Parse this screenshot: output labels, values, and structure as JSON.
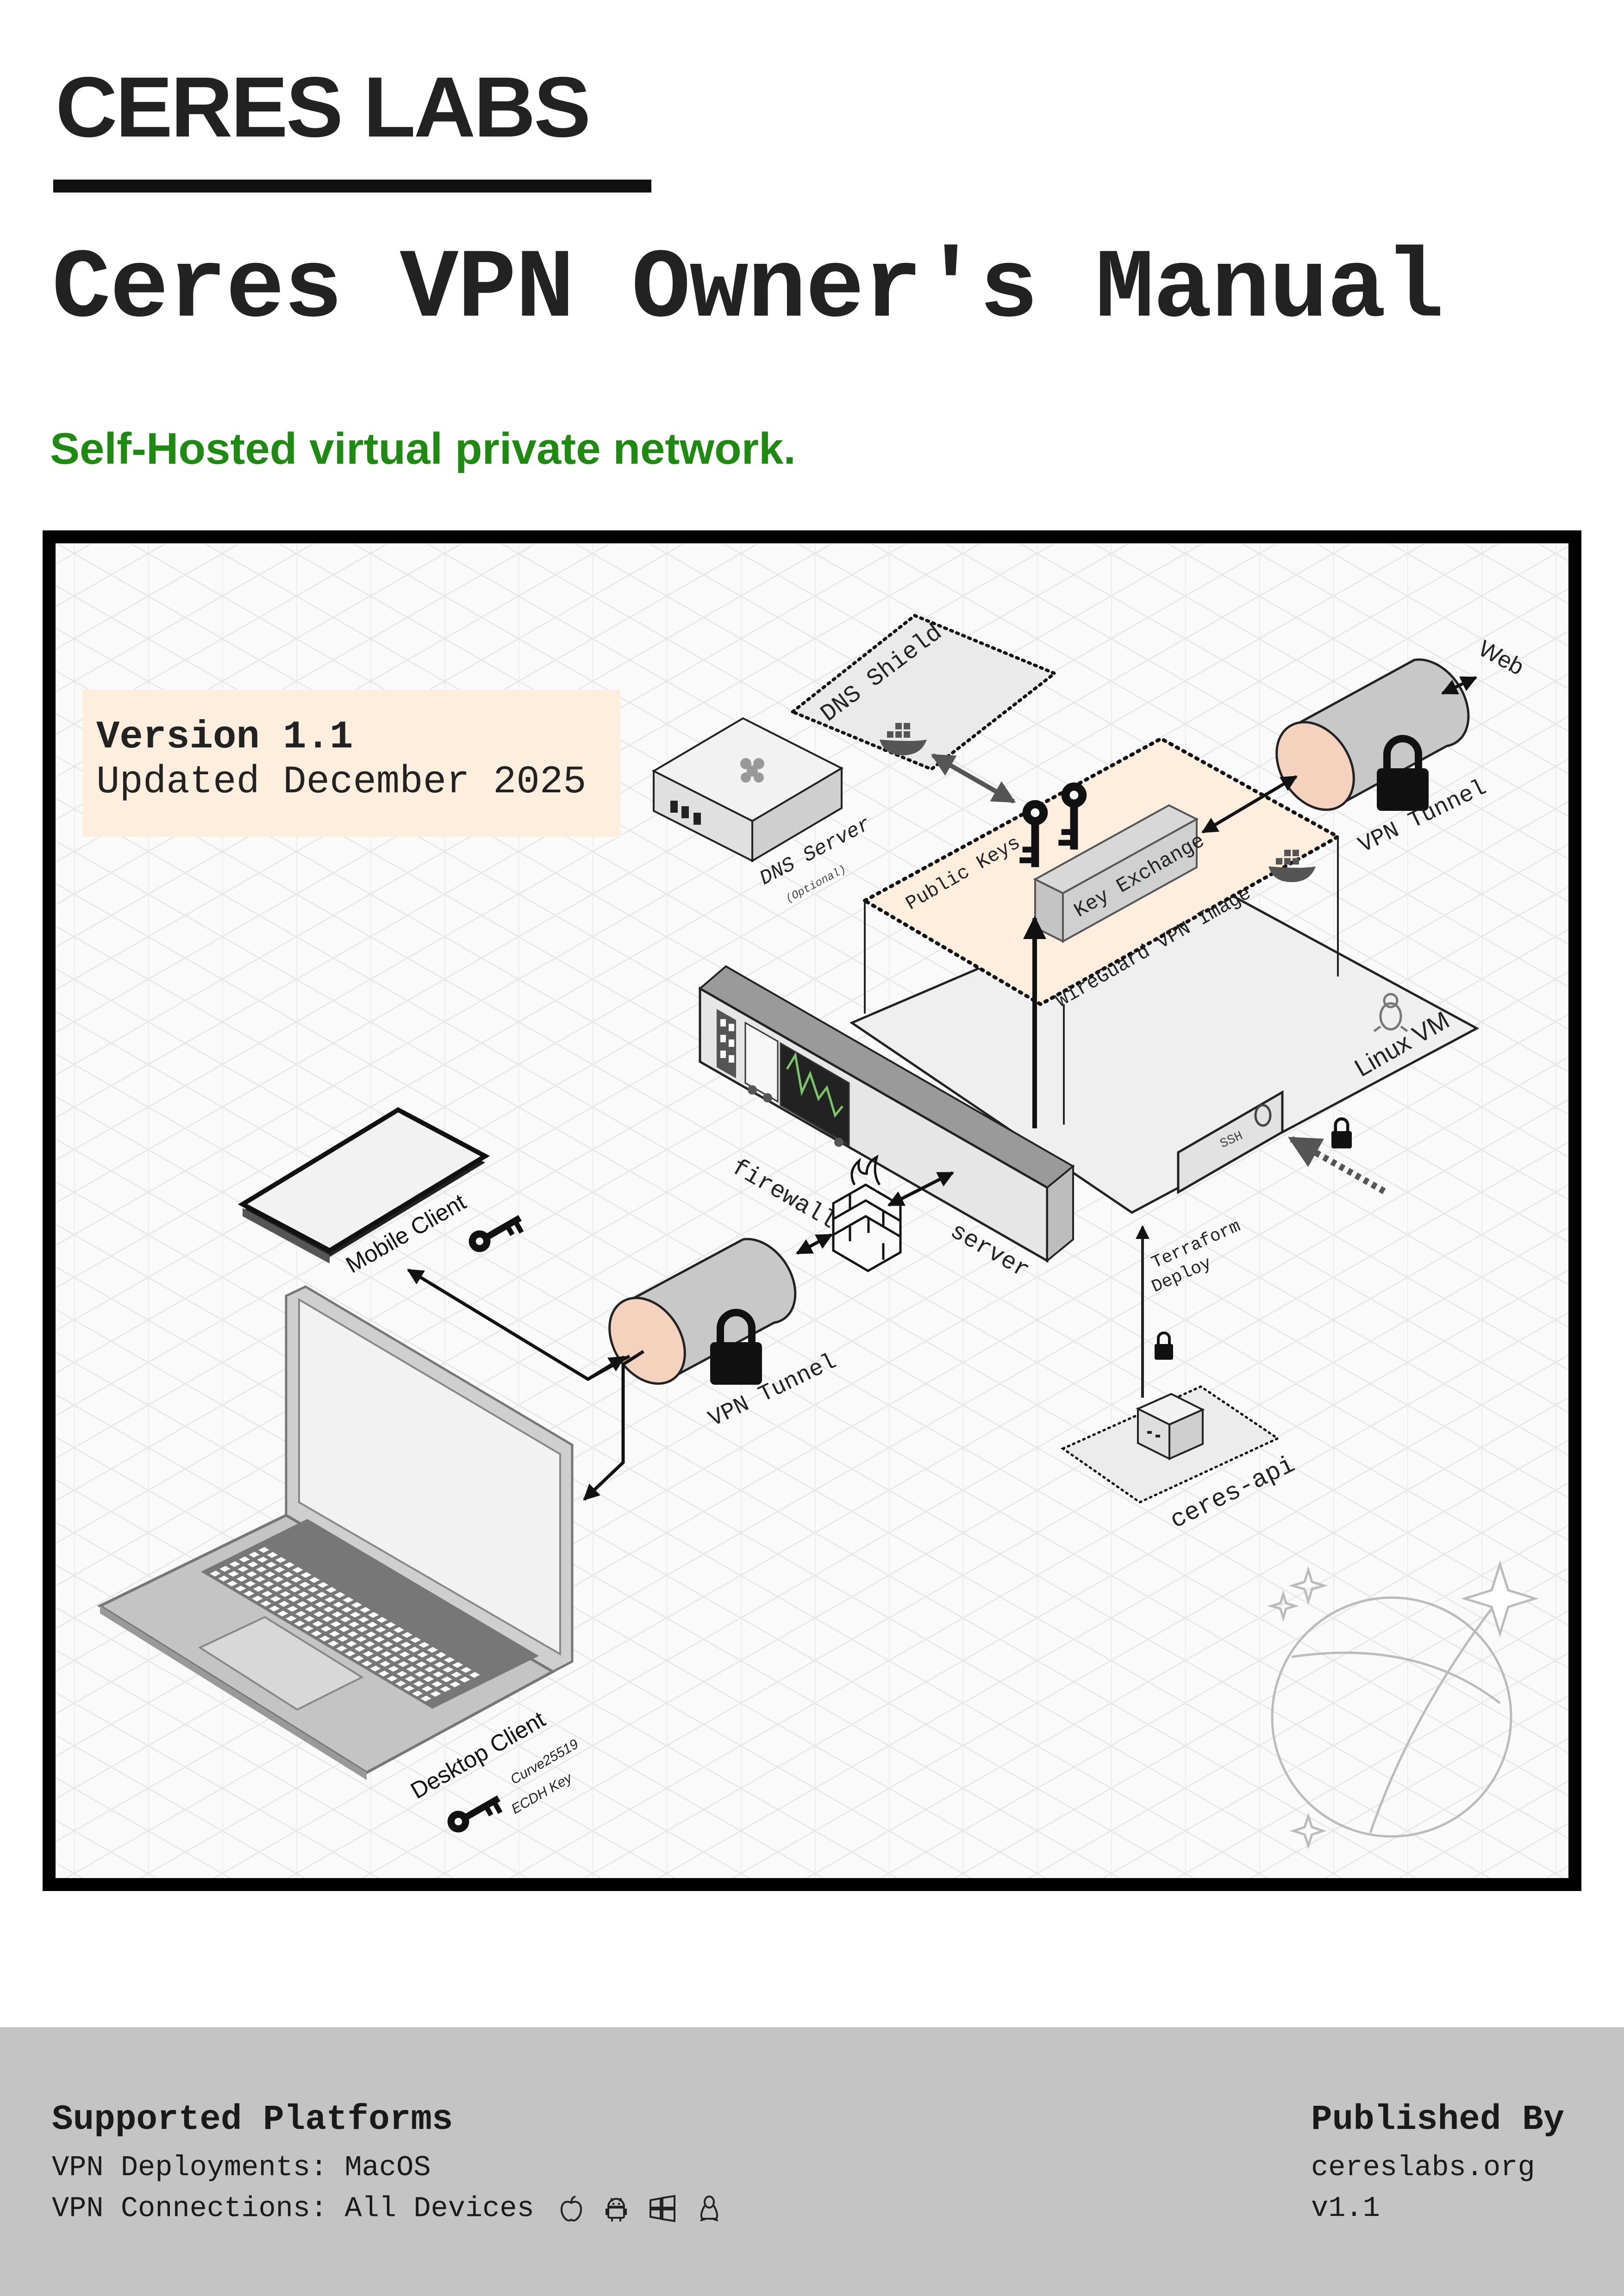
{
  "header": {
    "brand": "CERES LABS",
    "title": "Ceres VPN Owner's Manual",
    "tagline": "Self-Hosted virtual private network."
  },
  "version_box": {
    "version": "Version 1.1",
    "updated": "Updated December 2025"
  },
  "diagram": {
    "labels": {
      "dns_shield": "DNS Shield",
      "dns_server": "DNS Server",
      "dns_server_note": "(Optional)",
      "public_keys": "Public Keys",
      "key_exchange": "Key Exchange",
      "wireguard_image": "WireGuard VPN Image",
      "vpn_tunnel_top": "VPN Tunnel",
      "web": "Web",
      "linux_vm": "Linux VM",
      "ssh": "SSH",
      "firewall": "firewall",
      "server": "server",
      "terraform": "Terraform",
      "deploy": "Deploy",
      "ceres_api": "ceres-api",
      "mobile_client": "Mobile Client",
      "vpn_tunnel_mid": "VPN Tunnel",
      "desktop_client": "Desktop Client",
      "curve": "Curve25519",
      "ecdh": "ECDH Key"
    },
    "colors": {
      "peach": "#fdeedd",
      "tunnel_face": "#f4d2bd",
      "tunnel_body": "#c8c8c8",
      "device_gray": "#d4d4d4",
      "ink": "#111111",
      "grid": "#e8e8e8"
    }
  },
  "footer": {
    "left_heading": "Supported Platforms",
    "left_line1": "VPN Deployments: MacOS",
    "left_line2": "VPN Connections: All Devices",
    "platform_icons": [
      "apple-icon",
      "android-icon",
      "windows-icon",
      "linux-icon"
    ],
    "right_heading": "Published By",
    "right_line1": "cereslabs.org",
    "right_line2": "v1.1"
  }
}
